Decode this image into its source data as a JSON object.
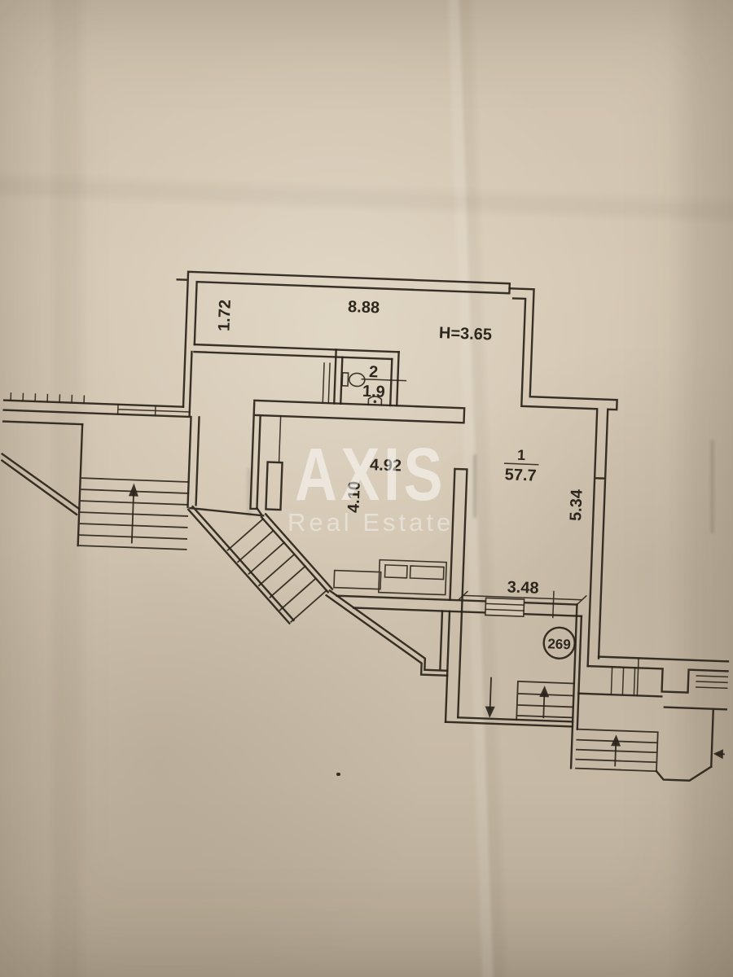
{
  "watermark": {
    "brand": "AXIS",
    "subtitle": "Real Estate"
  },
  "plan": {
    "upper_hall": {
      "width": "1.72",
      "length": "8.88",
      "height_note": "H=3.65"
    },
    "wc": {
      "room_number": "2",
      "area": "1.9"
    },
    "living_hall": {
      "width": "4.92",
      "depth": "4.10"
    },
    "room_1": {
      "room_number": "1",
      "area": "57.7",
      "right_side": "5.34",
      "entry_width": "3.48"
    },
    "unit_number": "269"
  }
}
